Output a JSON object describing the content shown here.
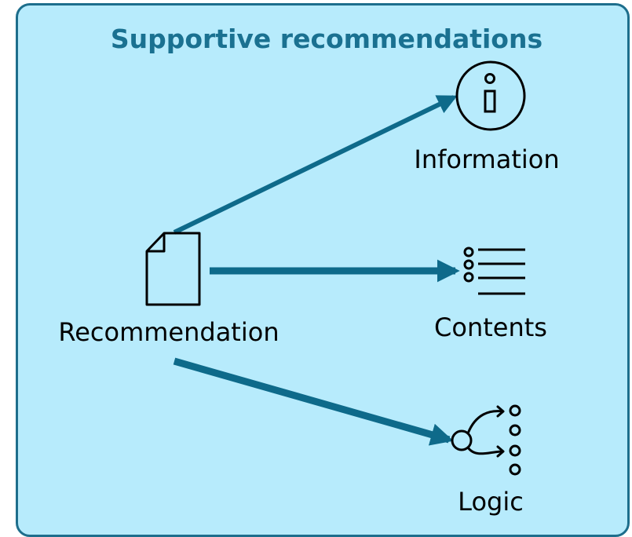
{
  "title": "Supportive recommendations",
  "source": {
    "label": "Recommendation",
    "icon": "document-icon"
  },
  "targets": [
    {
      "label": "Information",
      "icon": "info-icon"
    },
    {
      "label": "Contents",
      "icon": "list-icon"
    },
    {
      "label": "Logic",
      "icon": "logic-flow-icon"
    }
  ],
  "colors": {
    "background": "#b7ebfc",
    "border": "#1d6e8c",
    "title": "#1a7191",
    "arrow": "#0e6a8a"
  }
}
